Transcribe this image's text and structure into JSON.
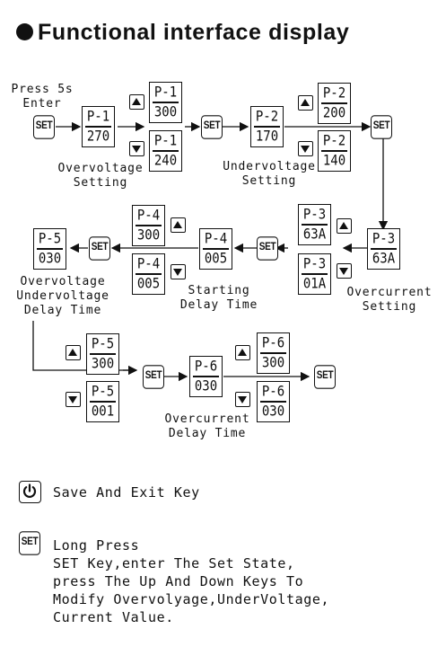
{
  "title": "Functional interface display",
  "labels": {
    "press_enter": [
      "Press 5s",
      "Enter"
    ],
    "overvoltage_setting": [
      "Overvoltage",
      "Setting"
    ],
    "undervoltage_setting": [
      "Undervoltage",
      "Setting"
    ],
    "overcurrent_setting": [
      "Overcurrent",
      "Setting"
    ],
    "starting_delay": [
      "Starting",
      "Delay Time"
    ],
    "ov_uv_delay": [
      "Overvoltage",
      "Undervoltage",
      "Delay Time"
    ],
    "overcurrent_delay": [
      "Overcurrent",
      "Delay Time"
    ]
  },
  "set_key": "SET",
  "displays": {
    "p1_main": {
      "param": "P-1",
      "value": "270"
    },
    "p1_up": {
      "param": "P-1",
      "value": "300"
    },
    "p1_down": {
      "param": "P-1",
      "value": "240"
    },
    "p2_main": {
      "param": "P-2",
      "value": "170"
    },
    "p2_up": {
      "param": "P-2",
      "value": "200"
    },
    "p2_down": {
      "param": "P-2",
      "value": "140"
    },
    "p3_main": {
      "param": "P-3",
      "value": "63A"
    },
    "p3_up": {
      "param": "P-3",
      "value": "63A"
    },
    "p3_down": {
      "param": "P-3",
      "value": "01A"
    },
    "p4_main": {
      "param": "P-4",
      "value": "005"
    },
    "p4_up": {
      "param": "P-4",
      "value": "300"
    },
    "p4_down": {
      "param": "P-4",
      "value": "005"
    },
    "p5_main": {
      "param": "P-5",
      "value": "030"
    },
    "p5_up": {
      "param": "P-5",
      "value": "300"
    },
    "p5_down": {
      "param": "P-5",
      "value": "001"
    },
    "p6_main": {
      "param": "P-6",
      "value": "030"
    },
    "p6_up": {
      "param": "P-6",
      "value": "300"
    },
    "p6_down": {
      "param": "P-6",
      "value": "030"
    }
  },
  "legend": {
    "power_text": "Save And Exit Key",
    "set_lines": [
      "Long Press",
      "SET Key,enter The Set State,",
      "press The Up And Down Keys To",
      "Modify Overvolyage,UnderVoltage,",
      "Current Value."
    ]
  }
}
